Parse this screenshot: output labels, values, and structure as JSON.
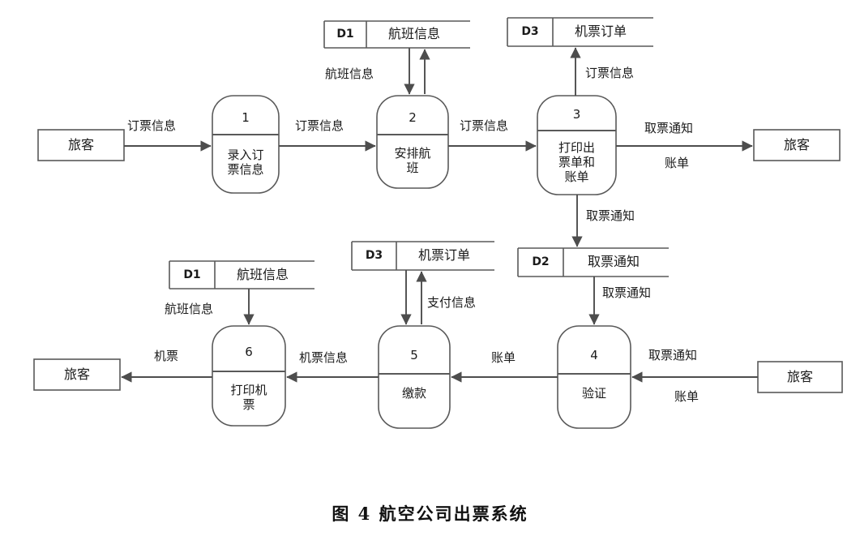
{
  "figure": {
    "caption": "图 4 航空公司出票系统",
    "stroke_color": "#595959",
    "text_color": "#1a1a1a",
    "background": "#ffffff"
  },
  "externals": [
    {
      "id": "ext-passenger-top-left",
      "label": "旅客"
    },
    {
      "id": "ext-passenger-top-right",
      "label": "旅客"
    },
    {
      "id": "ext-passenger-bot-left",
      "label": "旅客"
    },
    {
      "id": "ext-passenger-bot-right",
      "label": "旅客"
    }
  ],
  "processes": [
    {
      "num": "1",
      "name": "录入订\n票信息"
    },
    {
      "num": "2",
      "name": "安排航\n班"
    },
    {
      "num": "3",
      "name": "打印出\n票单和\n账单"
    },
    {
      "num": "4",
      "name": "验证"
    },
    {
      "num": "5",
      "name": "缴款"
    },
    {
      "num": "6",
      "name": "打印机\n票"
    }
  ],
  "stores": [
    {
      "id": "D1",
      "name": "航班信息",
      "position": "top"
    },
    {
      "id": "D3",
      "name": "机票订单",
      "position": "top-right"
    },
    {
      "id": "D3",
      "name": "机票订单",
      "position": "middle"
    },
    {
      "id": "D2",
      "name": "取票通知",
      "position": "middle-right"
    },
    {
      "id": "D1",
      "name": "航班信息",
      "position": "bottom-left"
    }
  ],
  "flows": [
    {
      "label": "订票信息",
      "from": "旅客",
      "to": "1"
    },
    {
      "label": "订票信息",
      "from": "1",
      "to": "2"
    },
    {
      "label": "订票信息",
      "from": "2",
      "to": "3"
    },
    {
      "label": "航班信息",
      "from": "D1",
      "to": "2"
    },
    {
      "label": "订票信息",
      "from": "3",
      "to": "D3"
    },
    {
      "label": "取票通知",
      "from": "3",
      "to": "旅客"
    },
    {
      "label": "账单",
      "from": "3",
      "to": "旅客"
    },
    {
      "label": "取票通知",
      "from": "3",
      "to": "D2"
    },
    {
      "label": "取票通知",
      "from": "D2",
      "to": "4"
    },
    {
      "label": "取票通知",
      "from": "旅客",
      "to": "4"
    },
    {
      "label": "账单",
      "from": "旅客",
      "to": "4"
    },
    {
      "label": "账单",
      "from": "4",
      "to": "5"
    },
    {
      "label": "支付信息",
      "from": "5",
      "to": "D3"
    },
    {
      "label": "机票信息",
      "from": "5",
      "to": "6"
    },
    {
      "label": "航班信息",
      "from": "D1",
      "to": "6"
    },
    {
      "label": "机票",
      "from": "6",
      "to": "旅客"
    }
  ]
}
